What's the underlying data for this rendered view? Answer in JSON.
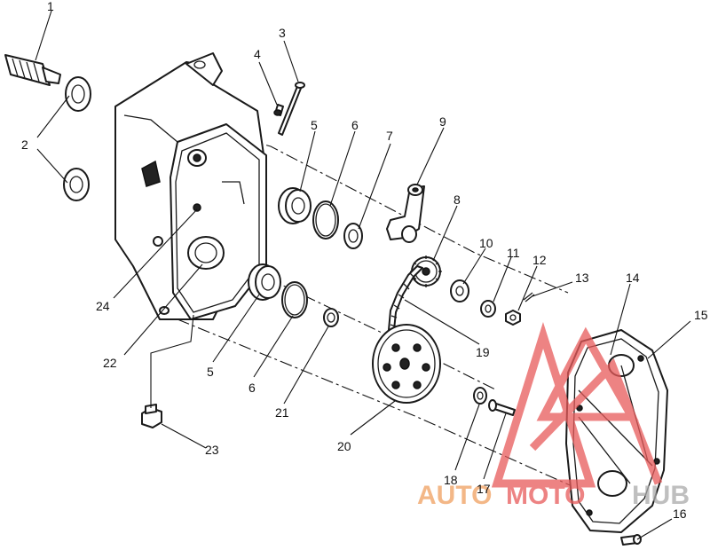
{
  "callouts": [
    "1",
    "2",
    "3",
    "4",
    "5",
    "6",
    "7",
    "9",
    "8",
    "10",
    "11",
    "12",
    "13",
    "14",
    "15",
    "24",
    "22",
    "5",
    "6",
    "21",
    "19",
    "20",
    "18",
    "17",
    "23",
    "16"
  ],
  "watermark": {
    "text_a": "AUTO",
    "text_b": "MOTO",
    "text_c": "HUB",
    "color_orange": "#f0a060",
    "color_red": "#e85a5a",
    "color_grey": "#aaaaaa"
  }
}
